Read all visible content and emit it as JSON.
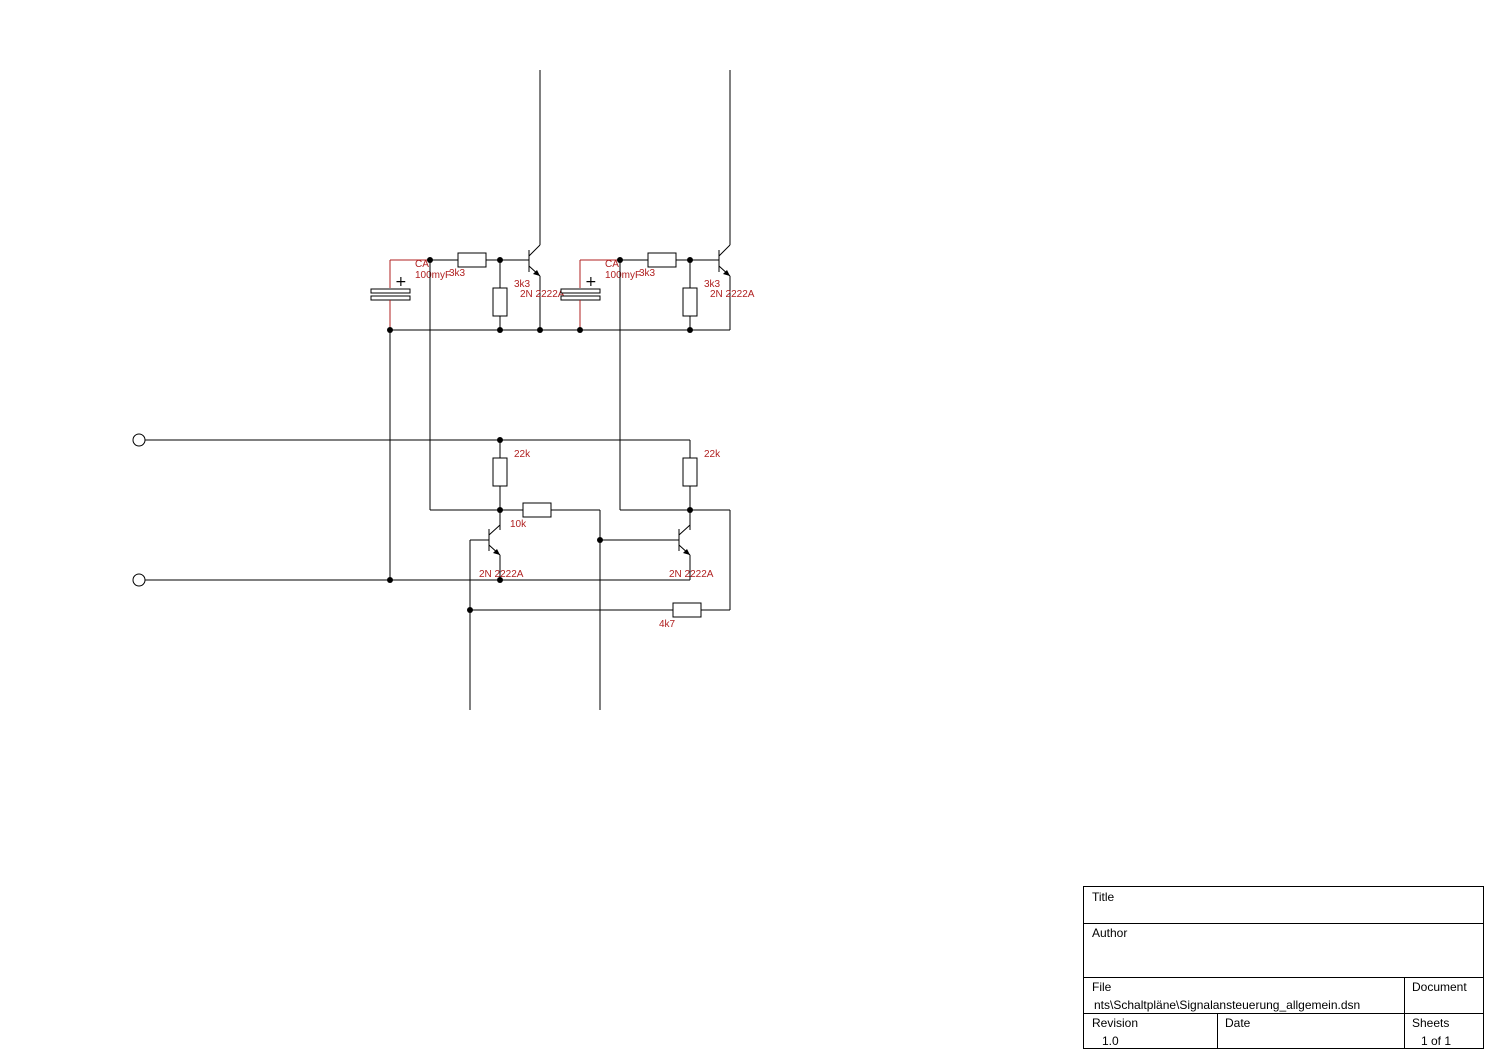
{
  "schematic": {
    "labels": {
      "c1_ref": "CA",
      "c1_value": "100myF",
      "r1_value": "3k3",
      "r2_value": "3k3",
      "q1_part": "2N 2222A",
      "c2_ref": "CA",
      "c2_value": "100myF",
      "r3_value": "3k3",
      "r4_value": "3k3",
      "q2_part": "2N 2222A",
      "r5_value": "22k",
      "r6_value": "22k",
      "r7_value": "10k",
      "q3_part": "2N 2222A",
      "q4_part": "2N 2222A",
      "r8_value": "4k7",
      "cap_plus": "+"
    }
  },
  "title_block": {
    "title_label": "Title",
    "author_label": "Author",
    "file_label": "File",
    "file_value": "nts\\Schaltpläne\\Signalansteuerung_allgemein.dsn",
    "document_label": "Document",
    "revision_label": "Revision",
    "revision_value": "1.0",
    "date_label": "Date",
    "sheets_label": "Sheets",
    "sheets_value": "1 of 1"
  },
  "colors": {
    "component_label": "#b02020",
    "wire": "#000000"
  }
}
